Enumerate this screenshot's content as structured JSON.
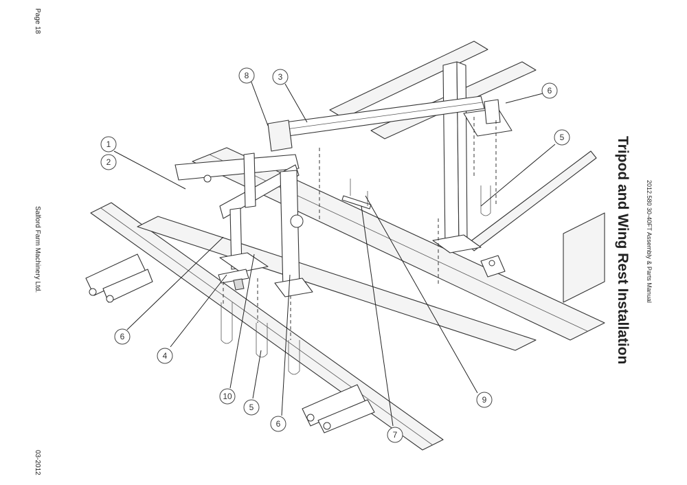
{
  "page": {
    "number": "Page 18",
    "company": "Salford Farm Machinery Ltd.",
    "date": "03-2012",
    "title": "Tripod and Wing Rest Installation",
    "manual": "2012.580 30-40FT Assembly & Parts Manual"
  },
  "callouts": {
    "c1": "1",
    "c2": "2",
    "c3": "3",
    "c4": "4",
    "c5a": "5",
    "c5b": "5",
    "c6a": "6",
    "c6b": "6",
    "c6c": "6",
    "c7": "7",
    "c8": "8",
    "c9": "9",
    "c10": "10"
  }
}
